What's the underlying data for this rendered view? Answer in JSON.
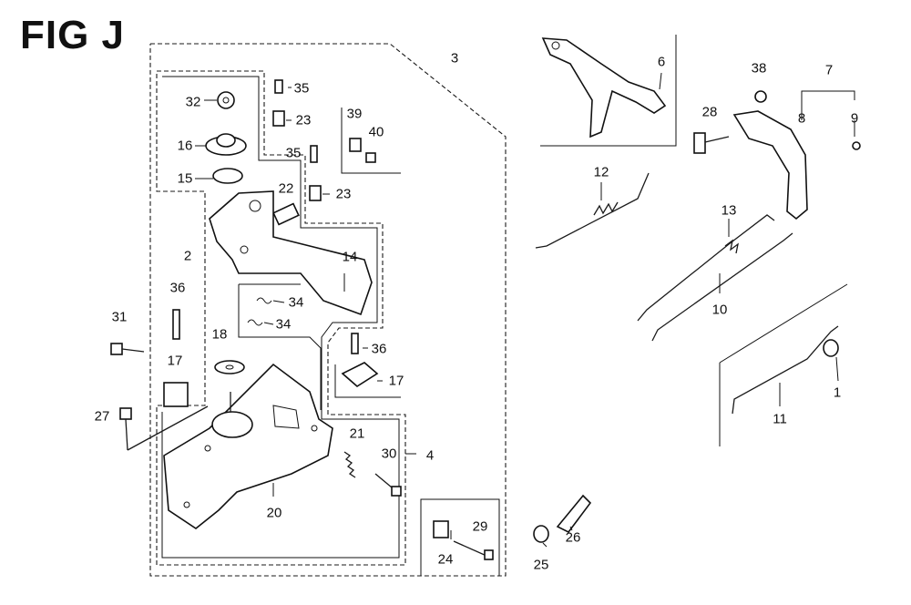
{
  "title": "FIG J",
  "callouts": {
    "c1": "1",
    "c2": "2",
    "c3": "3",
    "c4": "4",
    "c6": "6",
    "c7": "7",
    "c8": "8",
    "c9": "9",
    "c10": "10",
    "c11": "11",
    "c12": "12",
    "c13": "13",
    "c14": "14",
    "c15": "15",
    "c16": "16",
    "c17a": "17",
    "c17b": "17",
    "c18": "18",
    "c20": "20",
    "c21": "21",
    "c22": "22",
    "c23a": "23",
    "c23b": "23",
    "c24": "24",
    "c25": "25",
    "c26": "26",
    "c27": "27",
    "c28": "28",
    "c29": "29",
    "c30": "30",
    "c31": "31",
    "c32": "32",
    "c34a": "34",
    "c34b": "34",
    "c35a": "35",
    "c35b": "35",
    "c36a": "36",
    "c36b": "36",
    "c38": "38",
    "c39": "39",
    "c40": "40"
  }
}
